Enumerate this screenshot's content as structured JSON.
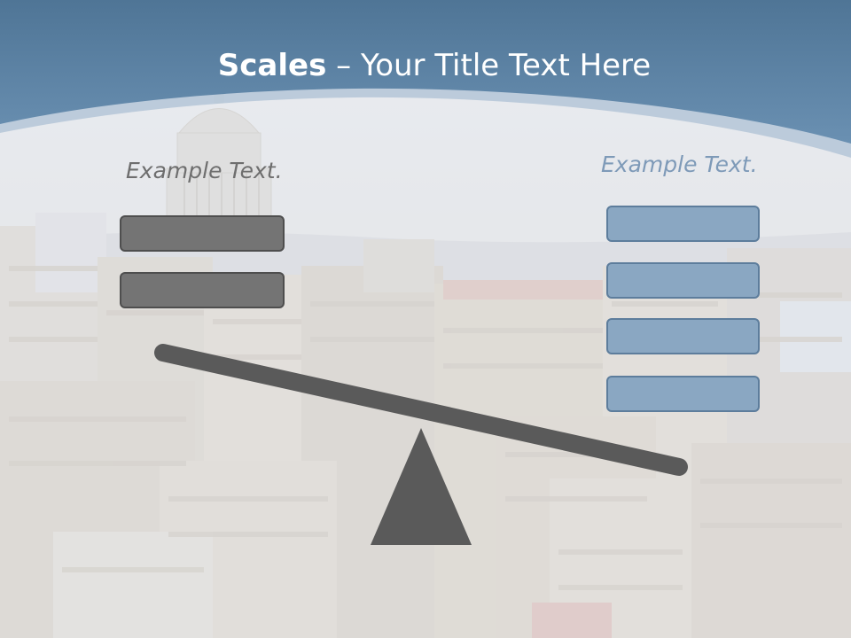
{
  "slide": {
    "title_bold": "Scales",
    "title_rest": " – Your Title Text Here",
    "left_caption": "Example Text.",
    "right_caption": "Example Text."
  },
  "left_boxes": [
    {
      "label": ""
    },
    {
      "label": ""
    }
  ],
  "right_boxes": [
    {
      "label": ""
    },
    {
      "label": ""
    },
    {
      "label": ""
    },
    {
      "label": ""
    }
  ],
  "colors": {
    "header_blue": "#5f86a8",
    "left_box_gray": "#747474",
    "right_box_blue": "#8aa7c2",
    "scale_gray": "#5a5a5a",
    "right_caption_blue": "#7e9ab8"
  },
  "icons": {
    "background": "city-skyline-photo",
    "balance": "seesaw-scale-icon"
  }
}
